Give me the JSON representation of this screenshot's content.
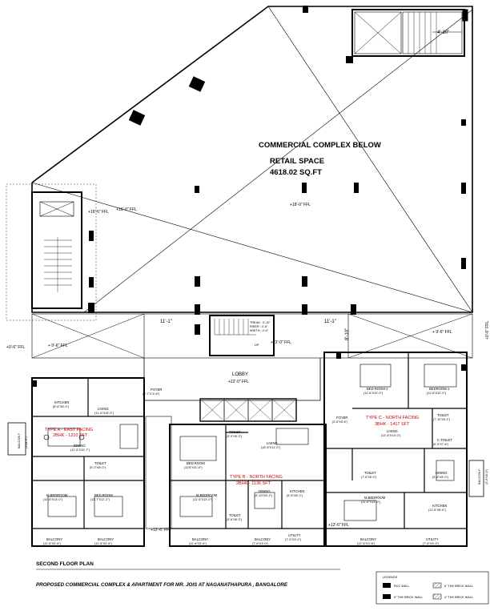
{
  "retail": {
    "title": "COMMERCIAL COMPLEX BELOW",
    "name": "RETAIL SPACE",
    "area": "4618.02 SQ.FT",
    "ffl": "+18'-0\" FFL"
  },
  "levels": {
    "stair_left": "+16'-6\" FFL",
    "left_side": "+16'-0\" FFL",
    "far_left": "+0'-6\" FFL",
    "left_ground": "+ 9'-6\" FFL",
    "right_ground": "+ 9'-6\" FFL",
    "far_right": "+0'-6\" FFL",
    "mid": "+22'-0\" FFL",
    "type_a_bottom": "+12'-6\" FFL",
    "type_c_bottom": "+12'-6\" FFL"
  },
  "dims": {
    "d1": "11'-1\"",
    "d2": "11'-1\"",
    "d3": "8'-10\"",
    "top": "4'-10\""
  },
  "stair_text": {
    "tread": "TREAD : 0'-10\"",
    "riser": "RISER : 0'-6\"",
    "width": "WIDTH : 4'-0\"",
    "up": "UP"
  },
  "lobby": {
    "name": "LOBBY",
    "ffl": "+22'-0\" FFL"
  },
  "type_a": {
    "title": "TYPE A - EAST FACING",
    "subtitle": "2BHK - 1210 SFT",
    "rooms": {
      "kitchen": "KITCHEN",
      "kitchen_dim": "(8'-6\"X8'-0\")",
      "living": "LIVING",
      "living_dim": "(11'-6\"X15'-0\")",
      "foyer": "FOYER",
      "foyer_dim": "(5'-7\"X 5'-6\")",
      "dining": "DINING",
      "dining_dim": "(11'-6\"X10'-7\")",
      "toilet": "TOILET",
      "toilet_dim": "(5'-0\"X8'-0\")",
      "mbed": "M.BEDROOM",
      "mbed_dim": "(11'-6\"X13'-0\")",
      "bed": "BED ROOM",
      "bed_dim": "(11'-7\"X11'-2\")",
      "balcony1": "BALCONY",
      "balcony1_dim": "(11'-6\"X3'-6\")",
      "balcony2": "BALCONY",
      "balcony2_dim": "(11'-6\"X3'-6\")",
      "balcony_side": "BALCONY",
      "balcony_side_dim": "(3'X8'-0\")"
    }
  },
  "type_b": {
    "title": "TYPE B - NORTH FACING",
    "subtitle": "2BHK - 1136 SFT",
    "rooms": {
      "bed": "BED ROOM",
      "bed_dim": "(11'6\"X11'-6\")",
      "toilet1": "TOILET",
      "toilet1_dim": "(5'-0\"X8'-0\")",
      "mbed": "M.BEDROOM",
      "mbed_dim": "(11'-6\"X13'-0\")",
      "living": "LIVING",
      "living_dim": "(16'-6\"X11'-0\")",
      "dining": "DINING",
      "dining_dim": "(9'-10\"X8'-2\")",
      "kitchen": "KITCHEN",
      "kitchen_dim": "(9'-6\"X8'-2\")",
      "toilet2": "TOILET",
      "toilet2_dim": "(5'-6\"X8'-0\")",
      "balcony1": "BALCONY",
      "balcony1_dim": "(11'-6\"X3'-6\")",
      "balcony2": "BALCONY",
      "balcony2_dim": "(7'-6\"X3'-0\")",
      "utility": "UTILITY",
      "utility_dim": "(7'-0\"X3'-0\")"
    }
  },
  "type_c": {
    "title": "TYPE C - NORTH FACING",
    "subtitle": "3BHK - 1417 SFT",
    "rooms": {
      "bed2": "BED ROOM-2",
      "bed2_dim": "(11'-6\"X10'-0\")",
      "bed1": "BEDROOM-1",
      "bed1_dim": "(11'-6\"X12'-0\")",
      "toilet1": "TOILET",
      "toilet1_dim": "(7'-10\"X5'-0\")",
      "foyer": "FOYER",
      "foyer_dim": "(5'-6\"X5'-6\")",
      "living": "LIVING",
      "living_dim": "(12'-6\"X13'-0\")",
      "ctoilet": "C.TOILET",
      "ctoilet_dim": "(5'-0\"X7'-6\")",
      "toilet2": "TOILET",
      "toilet2_dim": "(7'-6\"X5'-0\")",
      "dining": "DINING",
      "dining_dim": "(9'-6\"X8'-0\")",
      "mbed": "M.BEDROOM",
      "mbed_dim": "(11'-6\"X13'-0\")",
      "kitchen": "KITCHEN",
      "kitchen_dim": "(11'-6\"X8'-6\")",
      "balcony1": "BALCONY",
      "balcony1_dim": "(12'-6\"X3'-6\")",
      "utility": "UTILITY",
      "utility_dim": "(7'-6\"X3'-0\")",
      "balcony_side": "BALCONY",
      "balcony_side_dim": "(3'-0\"X8'-0\")"
    }
  },
  "footer": {
    "plan_title": "SECOND FLOOR PLAN",
    "project": "PROPOSED COMMERCIAL COMPLEX & APARTMENT FOR MR. JOIS AT NAGANATHAPURA , BANGALORE"
  },
  "legend": {
    "title": "LEGENDS",
    "items": [
      "RCC WALL",
      "9\" THK BRICK WALL",
      "6\" THK BRICK WALL",
      "4\" THK BRICK WALL"
    ]
  },
  "colors": {
    "line": "#000000",
    "accent": "#cc0000",
    "hatch": "#888888"
  }
}
